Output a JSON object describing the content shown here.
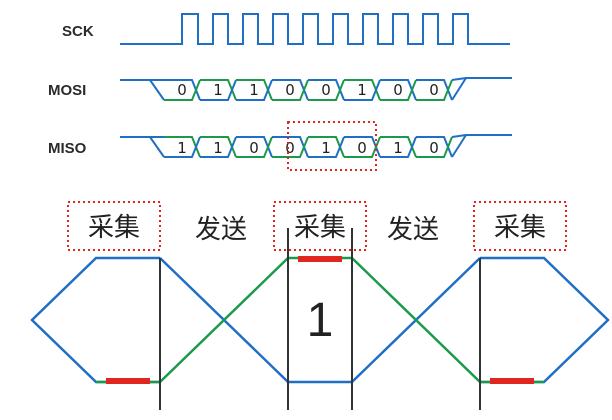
{
  "signals": {
    "sck": "SCK",
    "mosi": "MOSI",
    "miso": "MISO"
  },
  "mosi_bits": [
    "0",
    "1",
    "1",
    "0",
    "0",
    "1",
    "0",
    "0"
  ],
  "miso_bits": [
    "1",
    "1",
    "0",
    "0",
    "1",
    "0",
    "1",
    "0"
  ],
  "phases": {
    "sample_1": "采集",
    "send_1": "发送",
    "sample_2": "采集",
    "send_2": "发送",
    "sample_3": "采集"
  },
  "zoom_bit": "1",
  "colors": {
    "signal_blue": "#1f6fc5",
    "data_green": "#1a9a4a",
    "highlight_red": "#e0261f",
    "cursor_dark": "#333333"
  }
}
